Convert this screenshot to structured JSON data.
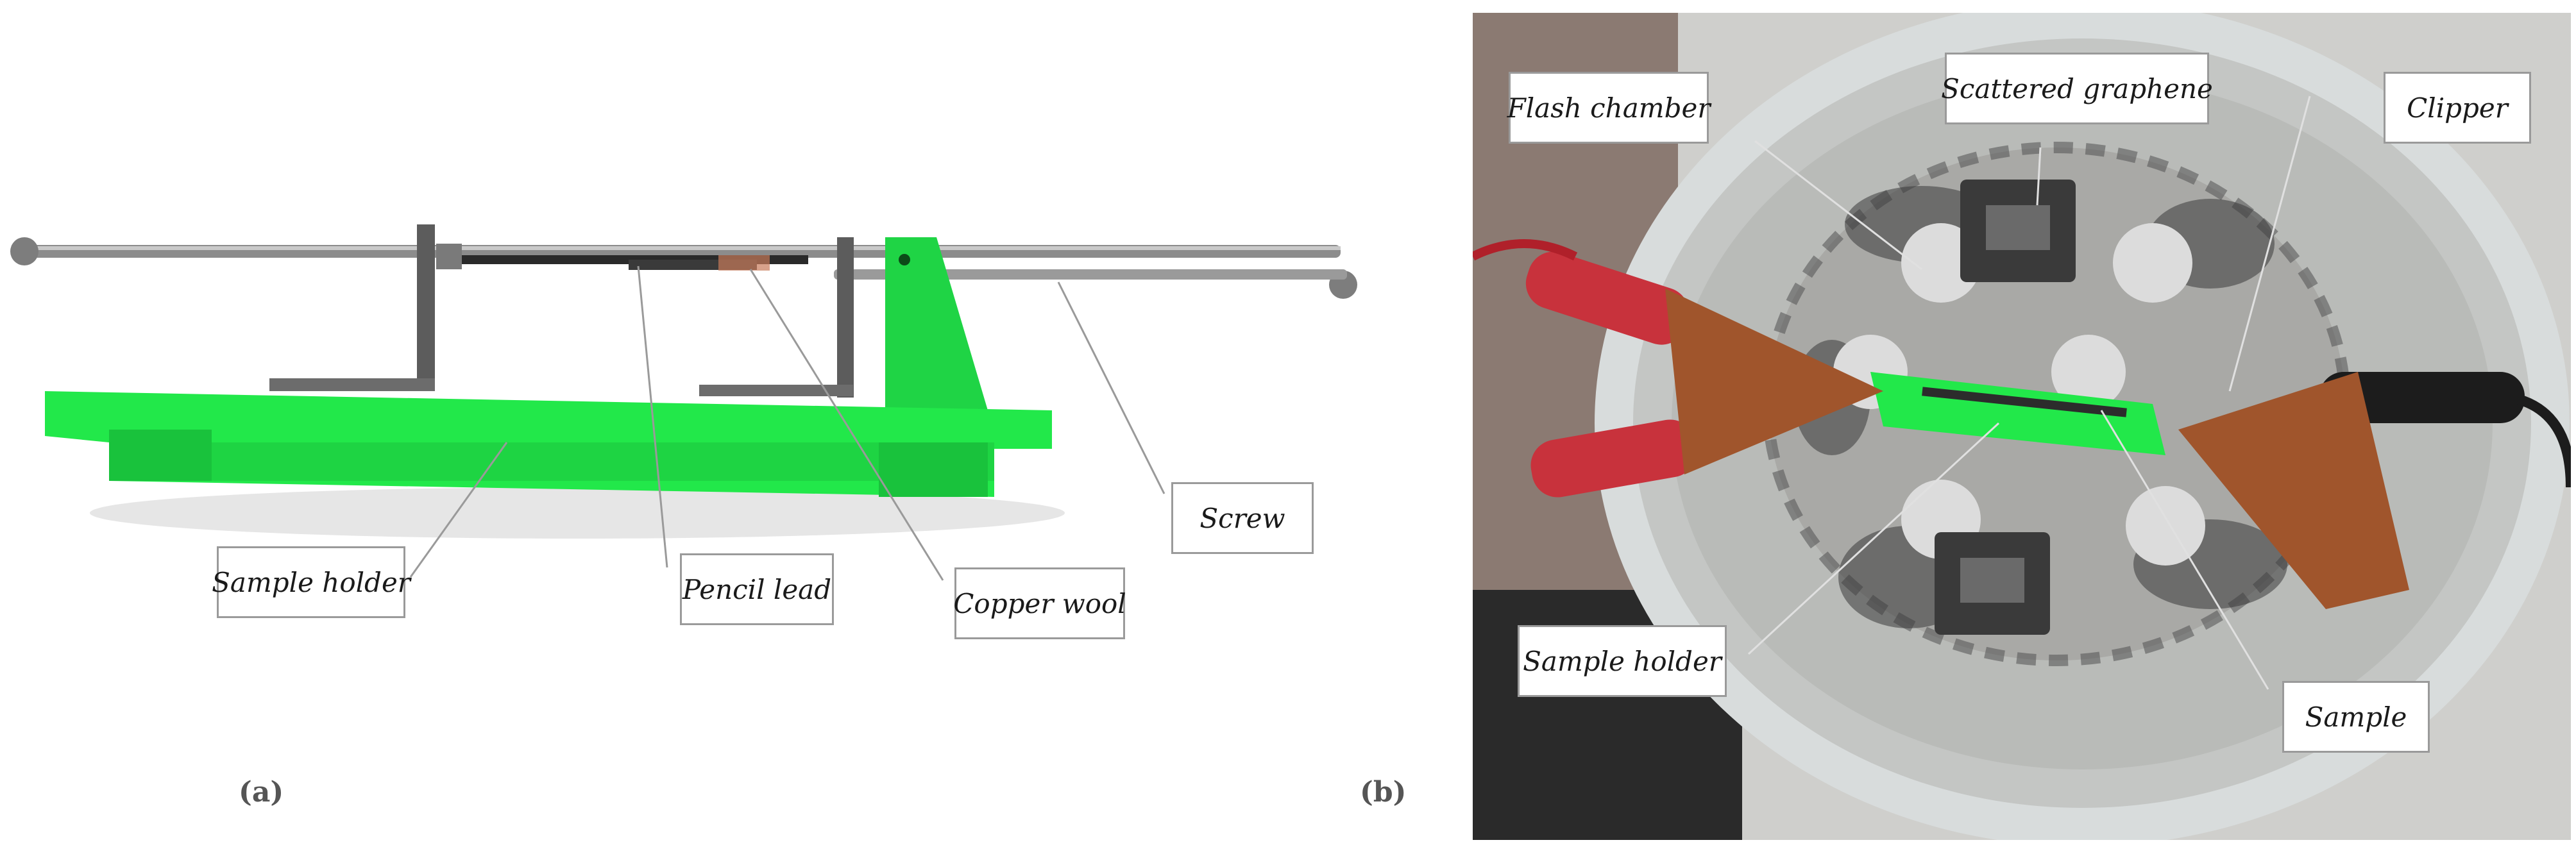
{
  "panel_a": {
    "label": "(a)",
    "callouts": {
      "sample_holder": "Sample holder",
      "pencil_lead": "Pencil lead",
      "copper_wool": "Copper wool",
      "screw": "Screw"
    }
  },
  "panel_b": {
    "label": "(b)",
    "callouts": {
      "flash_chamber": "Flash chamber",
      "scattered_graphene": "Scattered graphene",
      "clipper": "Clipper",
      "sample_holder": "Sample holder",
      "sample": "Sample"
    }
  },
  "colors": {
    "holder_green": "#22e84a",
    "clip_red": "#c8323c",
    "clip_copper": "#a0552c",
    "clip_black": "#1c1c1c",
    "chamber_metal": "#a9a9a6"
  }
}
